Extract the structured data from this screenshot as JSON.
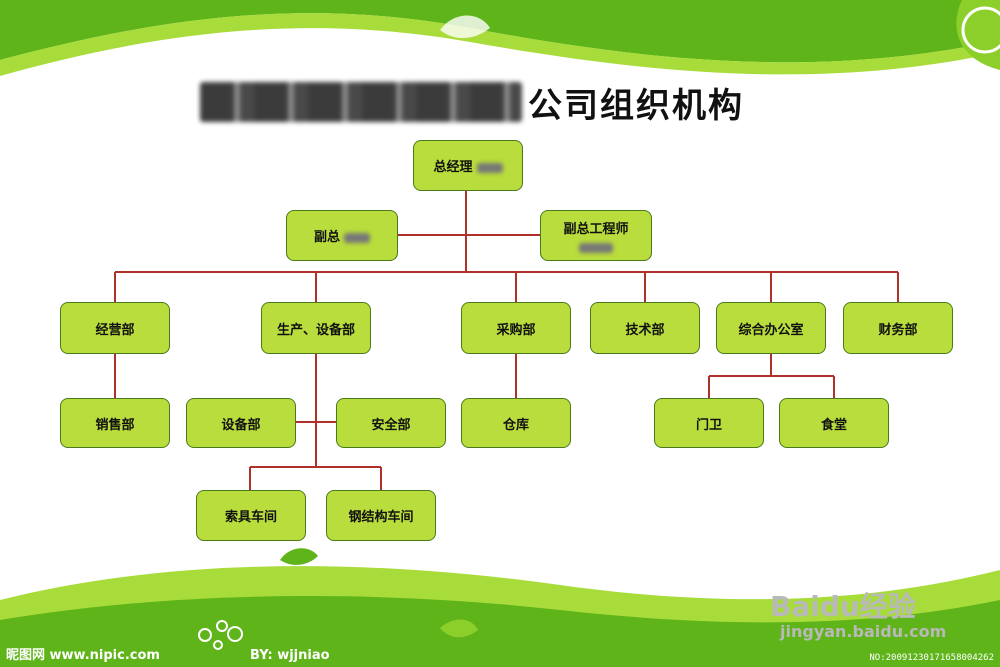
{
  "title": {
    "text": "公司组织机构"
  },
  "nodes": {
    "ceo": {
      "label": "总经理"
    },
    "deputy": {
      "label": "副总"
    },
    "chief_engineer": {
      "label": "副总工程师"
    },
    "business": {
      "label": "经营部"
    },
    "production": {
      "label": "生产、设备部"
    },
    "purchasing": {
      "label": "采购部"
    },
    "technology": {
      "label": "技术部"
    },
    "office": {
      "label": "综合办公室"
    },
    "finance": {
      "label": "财务部"
    },
    "sales": {
      "label": "销售部"
    },
    "equipment": {
      "label": "设备部"
    },
    "safety": {
      "label": "安全部"
    },
    "warehouse": {
      "label": "仓库"
    },
    "guard": {
      "label": "门卫"
    },
    "canteen": {
      "label": "食堂"
    },
    "rigging_workshop": {
      "label": "索具车间"
    },
    "steel_workshop": {
      "label": "钢结构车间"
    }
  },
  "footer": {
    "site": "昵图网 www.nipic.com",
    "author": "BY: wjjniao",
    "number": "NO:20091230171658004262"
  },
  "watermark": {
    "logo": "Baidu经验",
    "url": "jingyan.baidu.com"
  },
  "colors": {
    "green_dark": "#5fb41a",
    "green_light": "#a8dc3a",
    "box_fill": "#b9dd3c",
    "line": "#b0302a"
  }
}
